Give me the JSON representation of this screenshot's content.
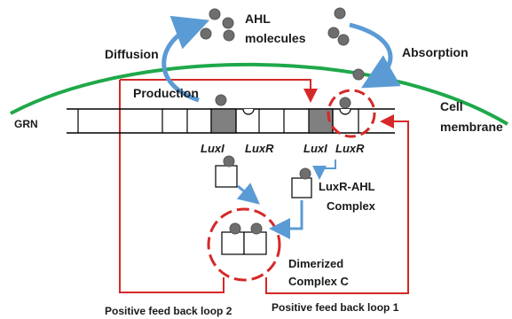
{
  "labels": {
    "ahl_line1": "AHL",
    "ahl_line2": "molecules",
    "diffusion": "Diffusion",
    "absorption": "Absorption",
    "production": "Production",
    "grn": "GRN",
    "cell_membrane_line1": "Cell",
    "cell_membrane_line2": "membrane",
    "luxi_left": "LuxI",
    "luxr_left": "LuxR",
    "luxi_right": "LuxI",
    "luxr_right": "LuxR",
    "complex_line1": "LuxR-AHL",
    "complex_line2": "Complex",
    "dimer_line1": "Dimerized",
    "dimer_line2": "Complex C",
    "loop2": "Positive feed back loop 2",
    "loop1": "Positive feed back loop 1"
  },
  "colors": {
    "membrane": "#1fa84a",
    "feedback": "#d62828",
    "arrow": "#5b9bd5",
    "molecule": "#6e6e6e",
    "gene_fill": "#808080"
  }
}
